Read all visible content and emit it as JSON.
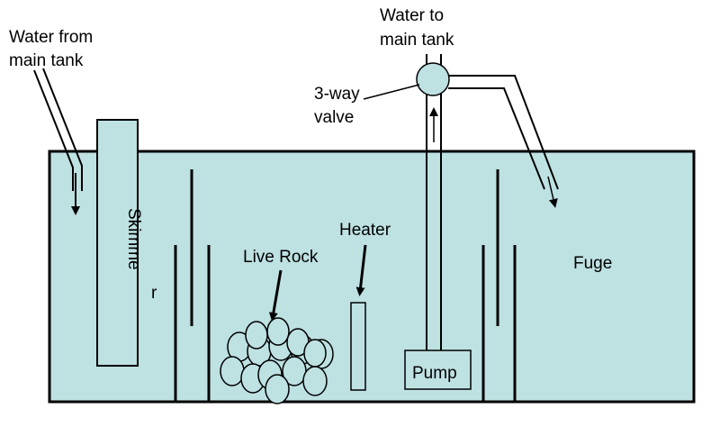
{
  "colors": {
    "water": "#bee1e2",
    "stroke": "#000000",
    "background": "#ffffff"
  },
  "labels": {
    "water_from_line1": "Water from",
    "water_from_line2": "main tank",
    "water_to_line1": "Water to",
    "water_to_line2": "main tank",
    "valve_line1": "3-way",
    "valve_line2": "valve",
    "skimmer_vertical": "Skimme",
    "skimmer_tail": "r",
    "live_rock": "Live Rock",
    "heater": "Heater",
    "pump": "Pump",
    "fuge": "Fuge"
  }
}
